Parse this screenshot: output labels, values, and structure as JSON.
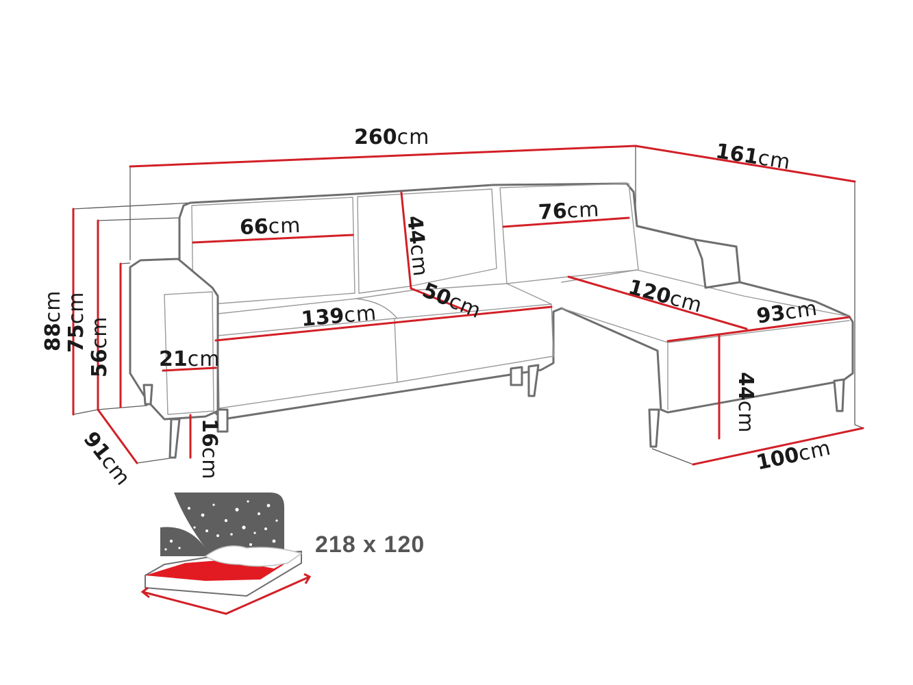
{
  "diagram": {
    "subject": "Corner sofa bed dimension drawing",
    "colors": {
      "dimension_line": "#d21f26",
      "outline": "#6e6e6e",
      "label_text": "#1a1a1a",
      "bed_icon_background": "#5f5f5f",
      "bed_icon_mattress": "#e21b22",
      "caption_text": "#555555"
    },
    "unit": "cm",
    "dimensions": {
      "total_width": {
        "value": "260",
        "unit": "cm"
      },
      "chaise_depth_total": {
        "value": "161",
        "unit": "cm"
      },
      "backrest_cushion_left_width": {
        "value": "66",
        "unit": "cm"
      },
      "backrest_cushion_height": {
        "value": "44",
        "unit": "cm"
      },
      "backrest_cushion_right_width": {
        "value": "76",
        "unit": "cm"
      },
      "seat_depth": {
        "value": "50",
        "unit": "cm"
      },
      "seat_width": {
        "value": "139",
        "unit": "cm"
      },
      "chaise_length": {
        "value": "120",
        "unit": "cm"
      },
      "chaise_width": {
        "value": "93",
        "unit": "cm"
      },
      "chaise_seat_height": {
        "value": "44",
        "unit": "cm"
      },
      "chaise_outer_width": {
        "value": "100",
        "unit": "cm"
      },
      "total_height": {
        "value": "88",
        "unit": "cm"
      },
      "back_height": {
        "value": "75",
        "unit": "cm"
      },
      "armrest_height": {
        "value": "56",
        "unit": "cm"
      },
      "armrest_width": {
        "value": "21",
        "unit": "cm"
      },
      "leg_height": {
        "value": "16",
        "unit": "cm"
      },
      "total_depth": {
        "value": "91",
        "unit": "cm"
      }
    },
    "sleeping_area": {
      "icon": "bed-with-starry-night-icon",
      "caption": "218 x 120"
    }
  }
}
